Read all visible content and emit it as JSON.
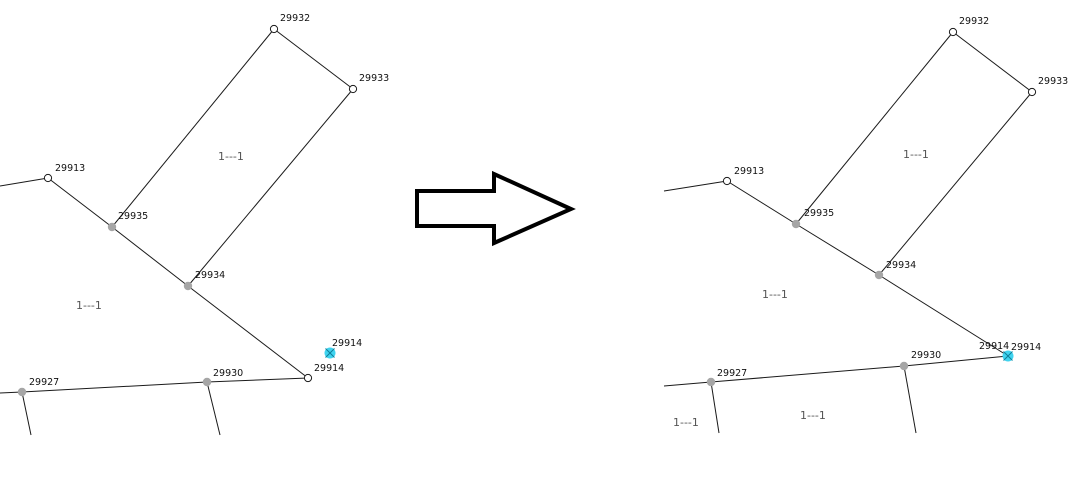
{
  "colors": {
    "edge": "#1a1a1a",
    "vertex": "#a6a6a6",
    "selection": "#3fd3ef",
    "selection_cross": "#0f7e99",
    "parcel_label": "#555555"
  },
  "arrow": {
    "direction": "right",
    "icon": "right-arrow-outline-icon"
  },
  "before": {
    "nodes": [
      {
        "id": "n29932",
        "label": "29932",
        "kind": "open"
      },
      {
        "id": "n29933",
        "label": "29933",
        "kind": "open"
      },
      {
        "id": "n29913",
        "label": "29913",
        "kind": "open"
      },
      {
        "id": "n29935",
        "label": "29935",
        "kind": "vertex"
      },
      {
        "id": "n29934",
        "label": "29934",
        "kind": "vertex"
      },
      {
        "id": "n29914",
        "label": "29914",
        "kind": "open"
      },
      {
        "id": "n29930",
        "label": "29930",
        "kind": "vertex"
      },
      {
        "id": "n29927",
        "label": "29927",
        "kind": "vertex"
      },
      {
        "id": "s29914",
        "label": "29914",
        "kind": "selected"
      }
    ],
    "parcels": [
      "1---1",
      "1---1"
    ]
  },
  "after": {
    "nodes": [
      {
        "id": "n29932",
        "label": "29932",
        "kind": "open"
      },
      {
        "id": "n29933",
        "label": "29933",
        "kind": "open"
      },
      {
        "id": "n29913",
        "label": "29913",
        "kind": "open"
      },
      {
        "id": "n29935",
        "label": "29935",
        "kind": "vertex"
      },
      {
        "id": "n29934",
        "label": "29934",
        "kind": "vertex"
      },
      {
        "id": "n29930",
        "label": "29930",
        "kind": "vertex"
      },
      {
        "id": "n29927",
        "label": "29927",
        "kind": "vertex"
      },
      {
        "id": "s29914",
        "label": "29914",
        "kind": "selected"
      },
      {
        "id": "t29914",
        "label": "29914",
        "kind": "label"
      }
    ],
    "parcels": [
      "1---1",
      "1---1",
      "1---1",
      "1---1"
    ]
  }
}
